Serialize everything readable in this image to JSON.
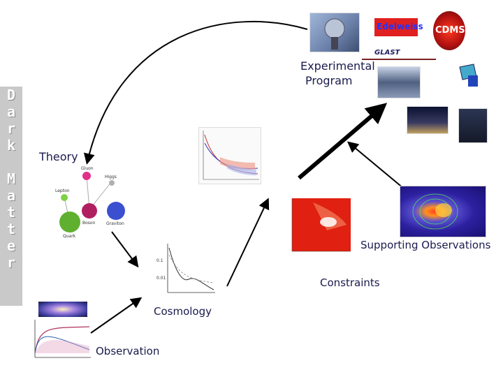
{
  "sidebar": {
    "letters": [
      "D",
      "a",
      "r",
      "k",
      "",
      "M",
      "a",
      "t",
      "t",
      "e",
      "r"
    ]
  },
  "labels": {
    "experimental_line1": "Experimental",
    "experimental_line2": "Program",
    "theory": "Theory",
    "supporting": "Supporting Observations",
    "constraints": "Constraints",
    "cosmology": "Cosmology",
    "observation": "Observation"
  },
  "logos": {
    "edelweiss": "Edelweiss",
    "cdms": "CDMS",
    "glast": "GLAST"
  },
  "particles": {
    "gluon": "Gluon",
    "lepton": "Lepton",
    "boson": "Boson",
    "higgs": "Higgs",
    "graviton": "Graviton",
    "quark": "Quark"
  },
  "colors": {
    "text": "#1a1a4d",
    "arrow": "#000000",
    "red_plot": "#e02010",
    "sidebar": "#c9c9c9"
  }
}
